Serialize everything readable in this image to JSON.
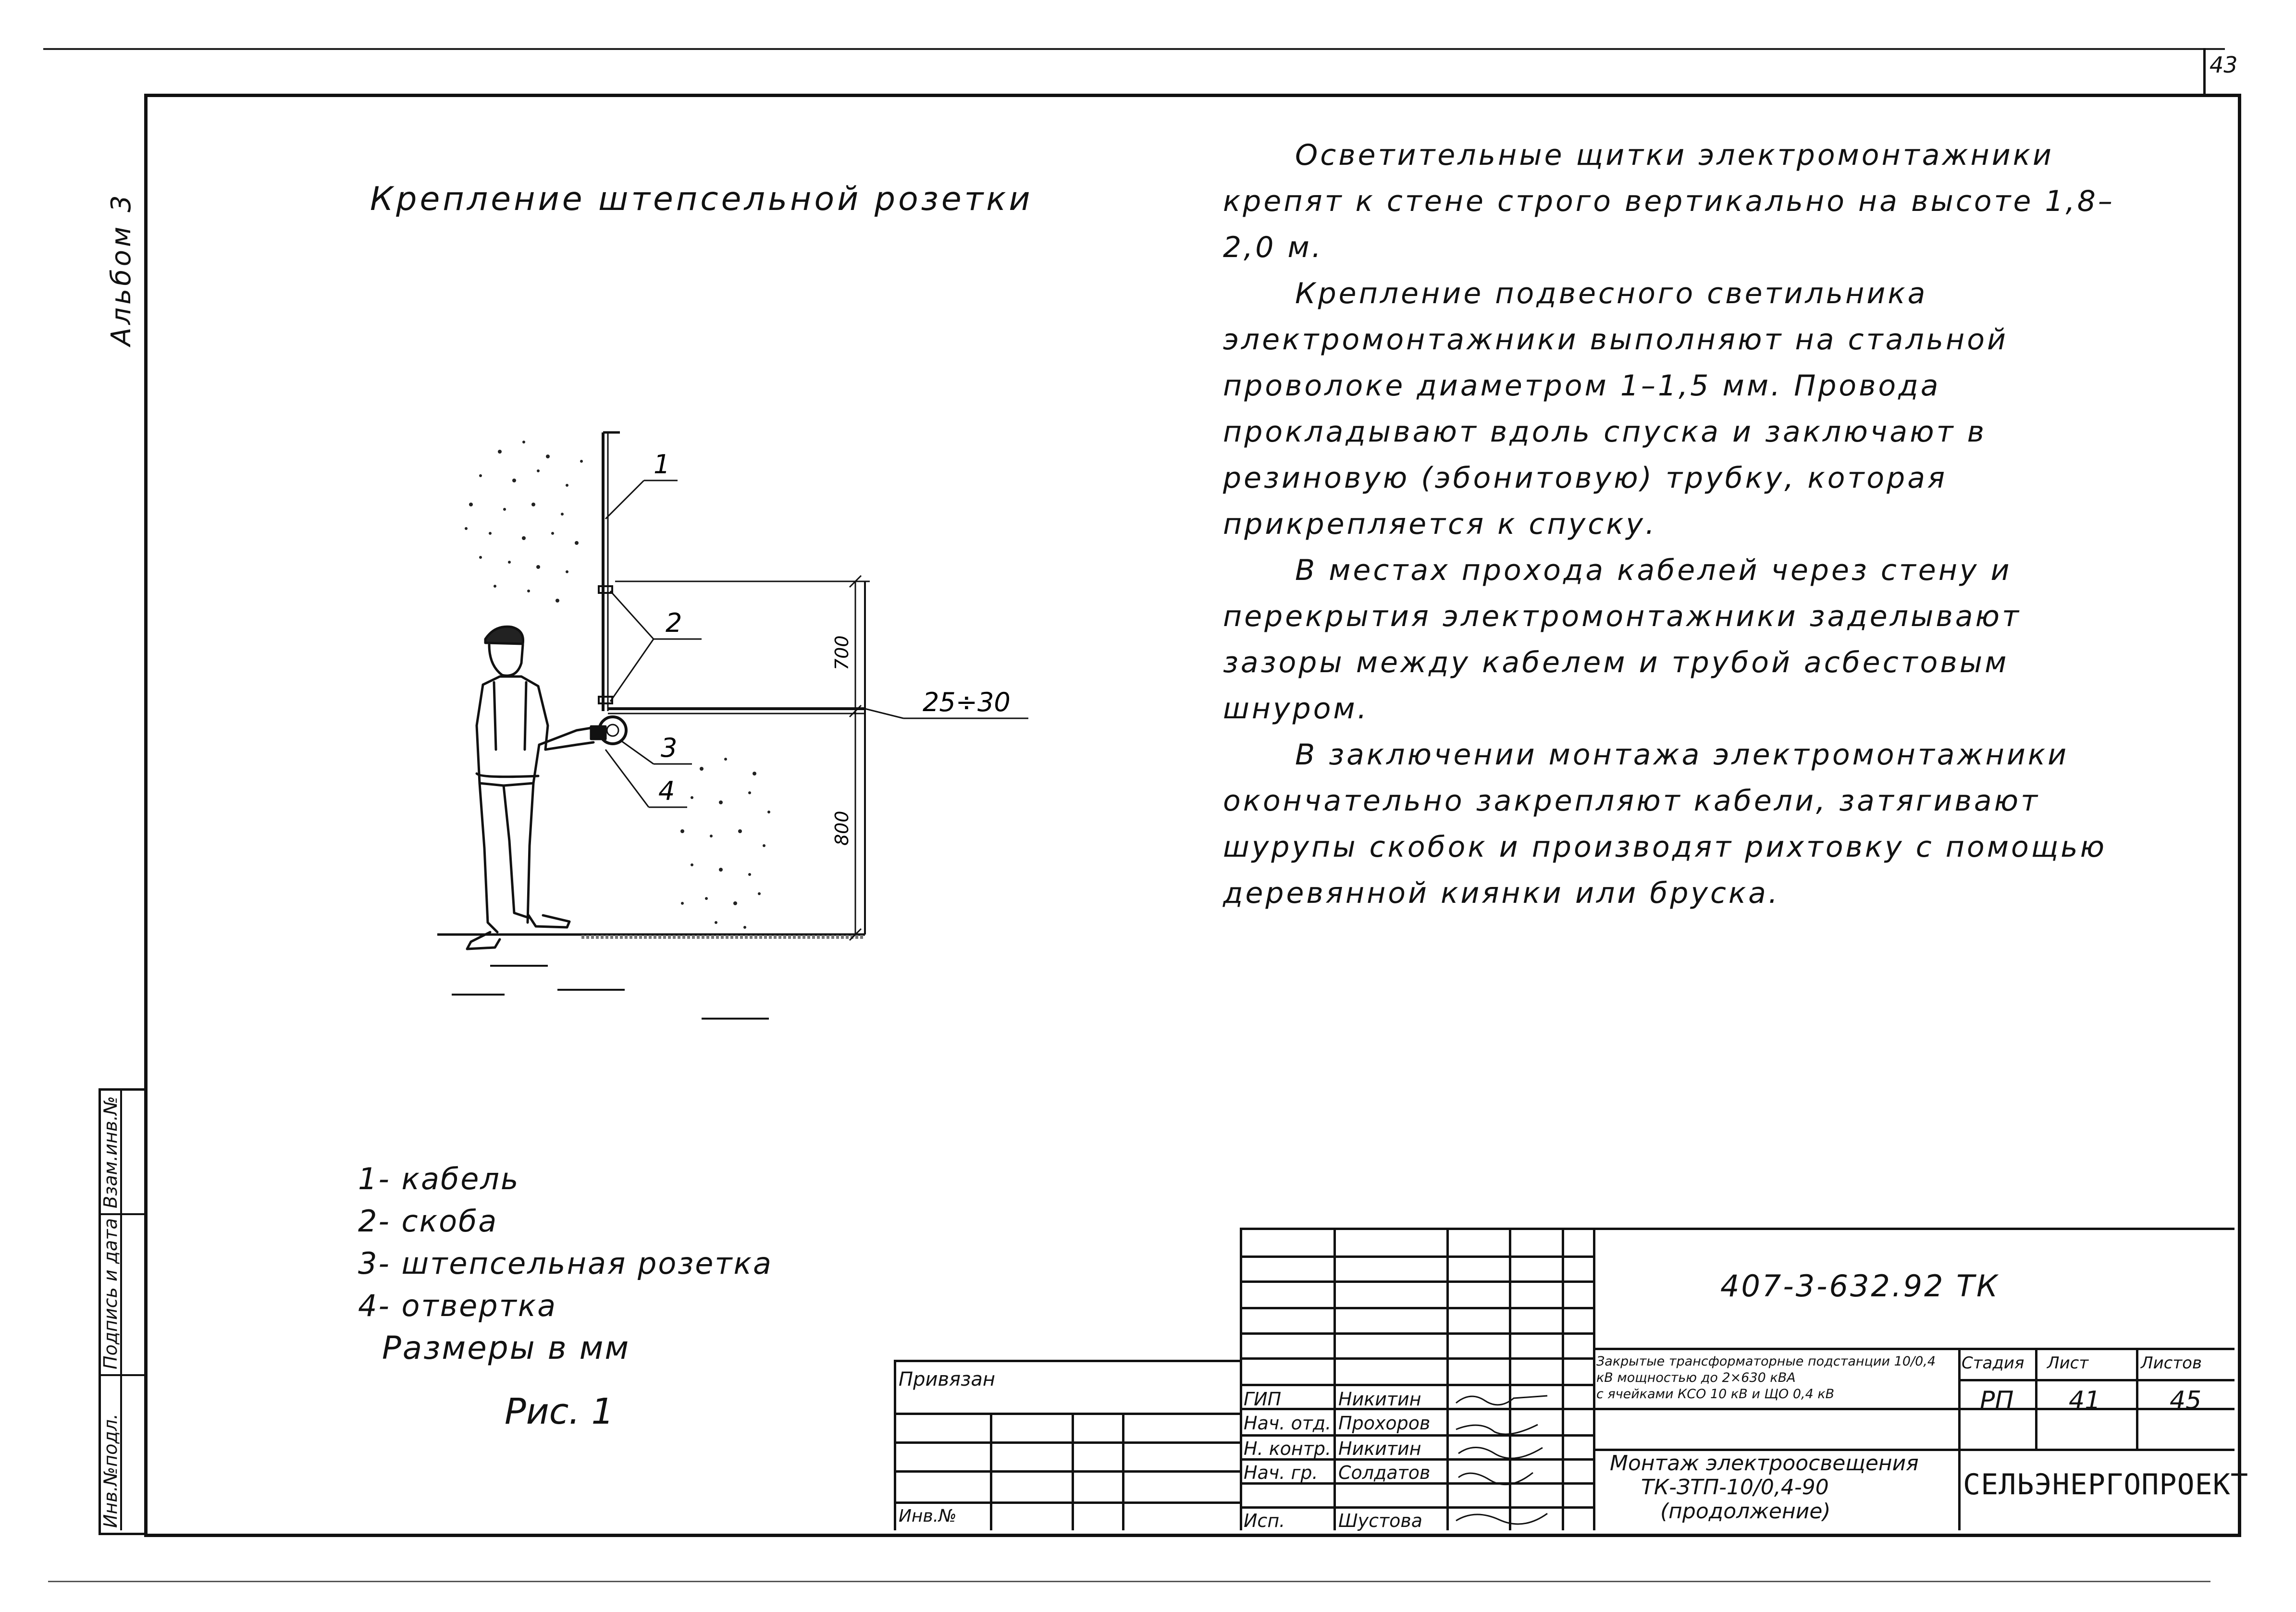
{
  "sheet": {
    "page_number": "43",
    "album_label": "Альбом 3"
  },
  "drawing": {
    "title": "Крепление штепсельной розетки",
    "callouts": [
      "1",
      "2",
      "3",
      "4"
    ],
    "dim_700": "700",
    "dim_800": "800",
    "dim_25_30": "25÷30"
  },
  "legend": {
    "items": [
      "1- кабель",
      "2- скоба",
      "3- штепсельная розетка",
      "4- отвертка"
    ],
    "units": "Размеры в мм",
    "figure": "Рис. 1"
  },
  "text": {
    "paragraphs": [
      "Осветительные щитки электромонтажники крепят к стене строго вертикально на высоте 1,8–2,0 м.",
      "Крепление подвесного светильника электромонтажники выполняют на стальной проволоке диаметром 1–1,5 мм. Провода прокладывают вдоль спуска и заключают в резиновую (эбонитовую) трубку, которая прикрепляется к спуску.",
      "В местах прохода кабелей через стену и перекрытия электромонтажники заделывают зазоры между кабелем и трубой асбестовым шнуром.",
      "В заключении монтажа электромонтажники окончательно закрепляют кабели, затягивают шурупы скобок и производят рихтовку с помощью деревянной киянки или бруска."
    ]
  },
  "stamp": {
    "side_labels": [
      "Инв.№подл.",
      "Подпись и дата",
      "Взам.инв.№"
    ],
    "privyazan": "Привязан",
    "inv_no": "Инв.№",
    "doc_code": "407-3-632.92 ТК",
    "roles": [
      "ГИП",
      "Нач. отд.",
      "Н. контр.",
      "Нач. гр.",
      "Исп."
    ],
    "names": [
      "Никитин",
      "Прохоров",
      "Никитин",
      "Солдатов",
      "Шустова"
    ],
    "project_desc": [
      "Закрытые трансформаторные подстанции 10/0,4 кВ мощностью до 2×630 кВА",
      "с ячейками КСО 10 кВ и ЩО 0,4 кВ"
    ],
    "sheet_title": [
      "Монтаж электроосвещения",
      "ТК-ЗТП-10/0,4-90",
      "(продолжение)"
    ],
    "col_stage": "Стадия",
    "col_sheet": "Лист",
    "col_sheets": "Листов",
    "stage": "РП",
    "sheet": "41",
    "sheets": "45",
    "organization": "СЕЛЬЭНЕРГОПРОЕКТ"
  }
}
